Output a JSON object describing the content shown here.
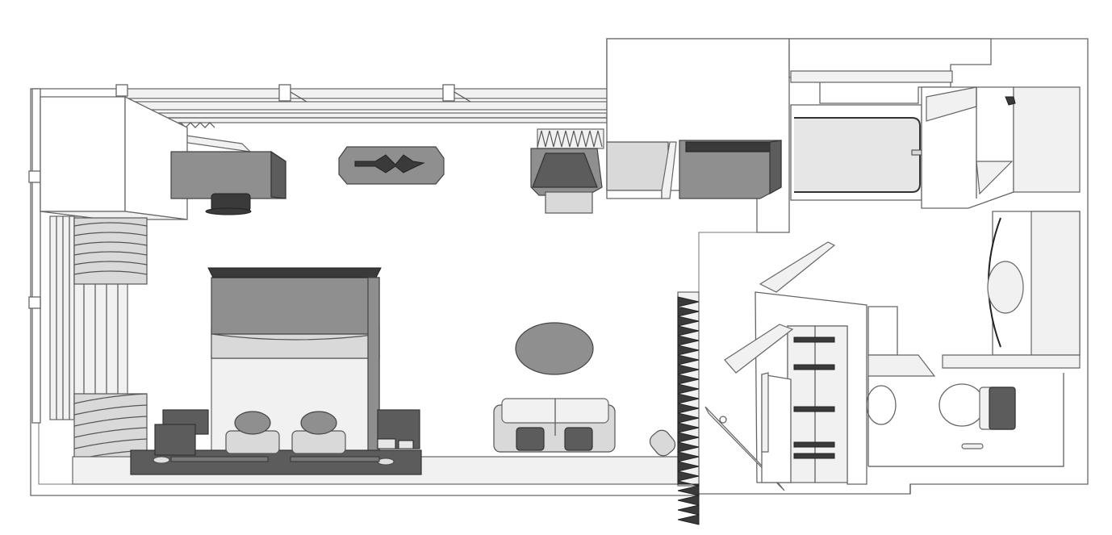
{
  "colors": {
    "wall": "#ffffff",
    "floor": "#f2f2f2",
    "light_gray": "#d9d9d9",
    "mid_gray": "#8f8f8f",
    "dark_gray": "#5c5c5c",
    "outline": "#555555"
  },
  "rooms": {
    "bedroom": "bedroom",
    "wardrobe": "wardrobe",
    "bathroom": "bathroom"
  }
}
